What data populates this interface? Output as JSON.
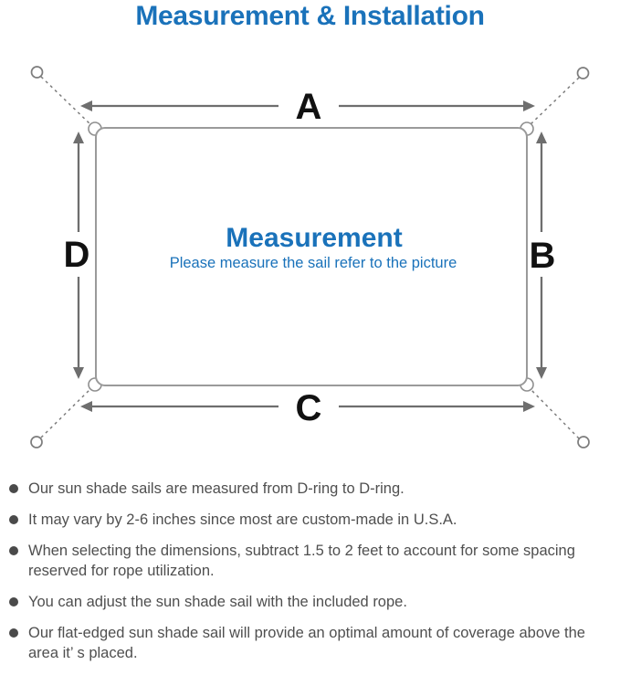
{
  "header": {
    "title": "Measurement & Installation"
  },
  "diagram": {
    "labels": {
      "a": "A",
      "b": "B",
      "c": "C",
      "d": "D"
    },
    "center_title": "Measurement",
    "center_subtitle": "Please measure the sail refer to the picture"
  },
  "notes": {
    "items": [
      "Our sun shade sails are measured from D-ring to D-ring.",
      "It may vary by 2-6 inches since most are custom-made in U.S.A.",
      "When selecting the dimensions, subtract 1.5 to 2 feet to account for some spacing reserved for rope utilization.",
      "You can adjust the sun shade sail with the included rope.",
      "Our flat-edged sun shade sail will provide an optimal amount of coverage above the area it’ s placed."
    ]
  },
  "colors": {
    "accent_blue": "#1a72ba",
    "note_text": "#4f4f4f",
    "arrow_gray": "#6e6e6e",
    "outline_gray": "#9a9a9a",
    "dashed_gray": "#7d7d7d",
    "label_black": "#111111"
  }
}
